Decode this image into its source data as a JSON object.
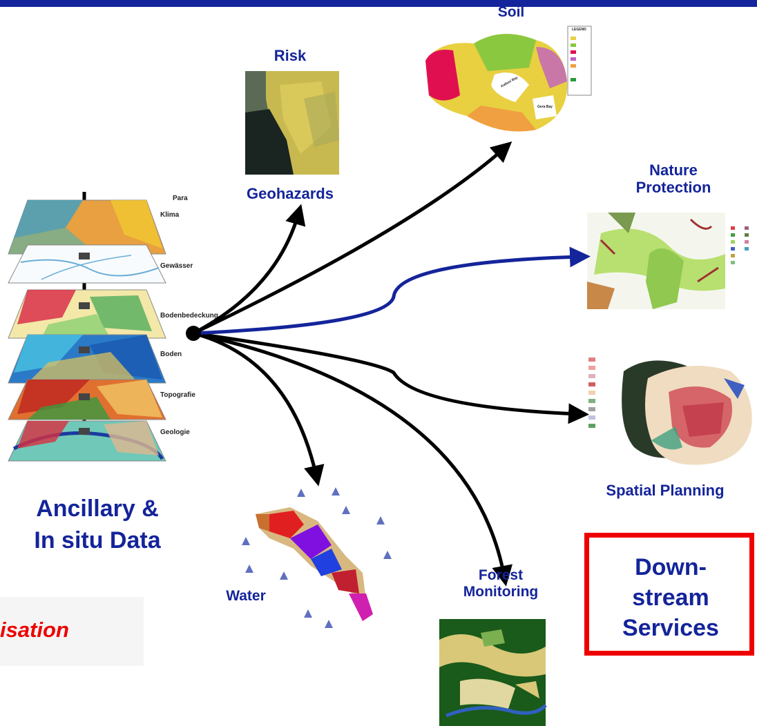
{
  "colors": {
    "accent": "#14249a",
    "red": "#ee0000",
    "arrow": "#000000",
    "blue_arrow": "#14249a"
  },
  "labels": {
    "soil": "Soil",
    "risk": "Risk",
    "geohazards": "Geohazards",
    "nature_protection_1": "Nature",
    "nature_protection_2": "Protection",
    "spatial_planning": "Spatial Planning",
    "water": "Water",
    "forest_1": "Forest",
    "forest_2": "Monitoring",
    "ancillary_1": "Ancillary &",
    "ancillary_2": "In situ Data",
    "downstream_1": "Down-",
    "downstream_2": "stream",
    "downstream_3": "Services",
    "partial_red": "isation"
  },
  "layer_stack": {
    "layers": [
      "Para",
      "Klima",
      "Gewässer",
      "Bodenbedeckung",
      "Boden",
      "Topografie",
      "Geologie"
    ]
  },
  "soil_map": {
    "legend_title": "LEGEND",
    "places": [
      "Kalloni Bay",
      "Gera Bay"
    ]
  }
}
